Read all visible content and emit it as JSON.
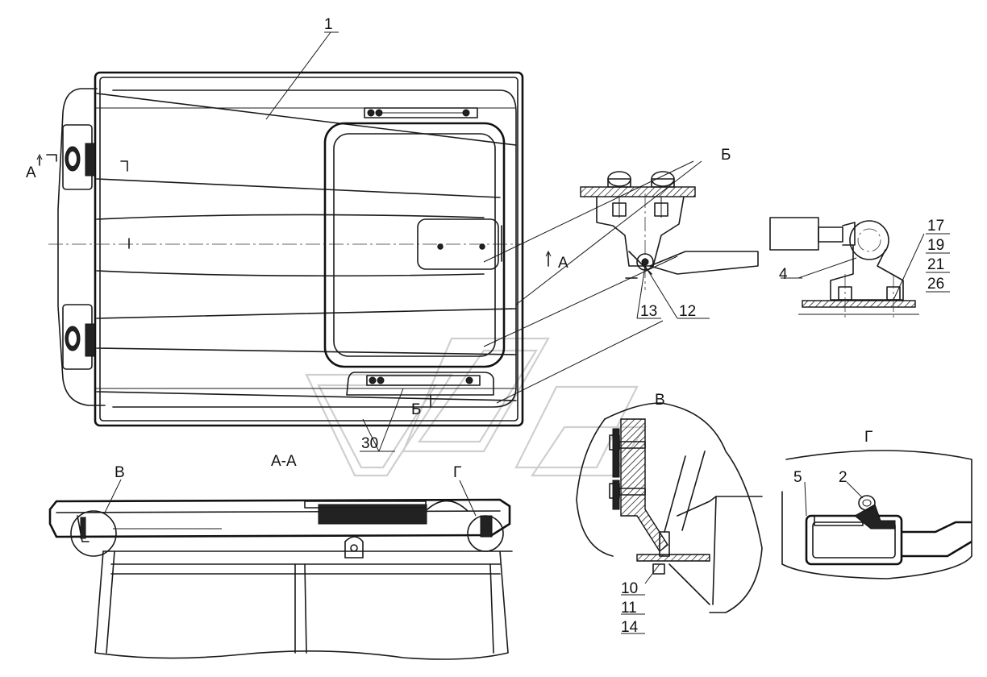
{
  "labels": {
    "part_1": "1",
    "part_2": "2",
    "part_4": "4",
    "part_5": "5",
    "part_10": "10",
    "part_11": "11",
    "part_12": "12",
    "part_13": "13",
    "part_14": "14",
    "part_17": "17",
    "part_19": "19",
    "part_21": "21",
    "part_26": "26",
    "part_30": "30",
    "section_a_left": "А",
    "section_a_right": "А",
    "view_b_top": "Б",
    "view_b_bottom": "Б",
    "view_v_main": "В",
    "view_v_detail": "В",
    "view_g_main": "Г",
    "view_g_detail": "Г",
    "section_aa": "А-А"
  }
}
